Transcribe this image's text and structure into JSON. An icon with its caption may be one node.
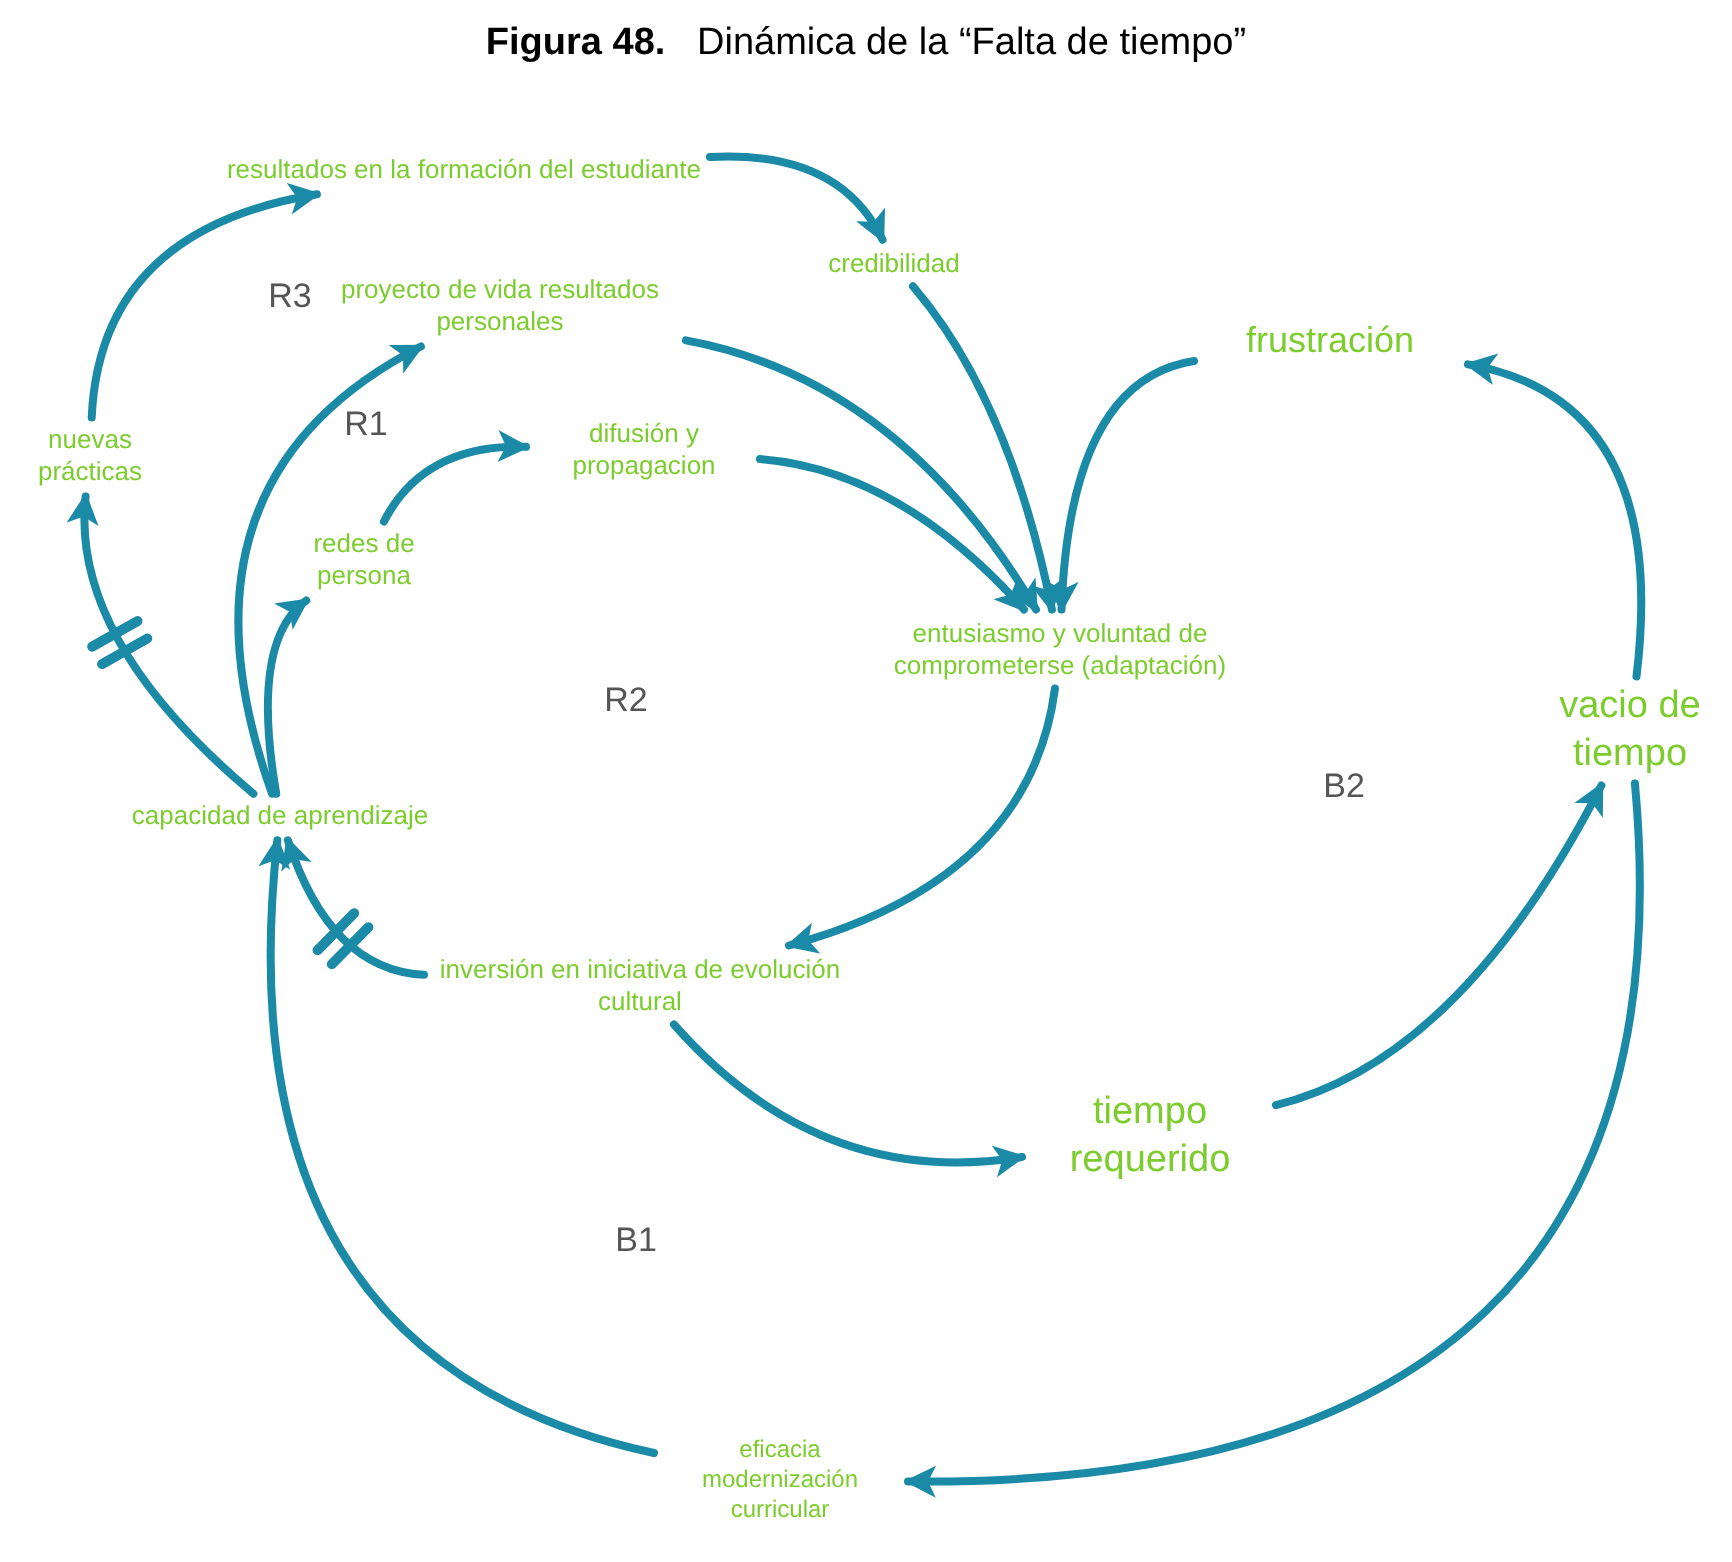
{
  "diagram": {
    "title": "**Figura 48.**   Dinámica de la “Falta de tiempo”",
    "nodes": [
      {
        "text": [
          "resultados en la formación del estudiante"
        ]
      },
      {
        "text": [
          "credibilidad"
        ]
      },
      {
        "text": [
          "proyecto de vida resultados personales"
        ]
      },
      {
        "text": [
          "nuevas prácticas"
        ]
      },
      {
        "text": [
          "difusión y propagacion"
        ]
      },
      {
        "text": [
          "redes de persona"
        ]
      },
      {
        "text": [
          "frustración"
        ]
      },
      {
        "text": [
          "entusiasmo y voluntad de comprometerse (adaptación)"
        ]
      },
      {
        "text": [
          "vacio de tiempo"
        ]
      },
      {
        "text": [
          "capacidad de aprendizaje"
        ]
      },
      {
        "text": [
          "inversión en iniciativa de evolución cultural"
        ]
      },
      {
        "text": [
          "tiempo requerido"
        ]
      },
      {
        "text": [
          "eficacia modernización curricular"
        ]
      }
    ],
    "edges": [
      {
        "from": 0,
        "to": 1,
        "arrow": "to"
      },
      {
        "from": 3,
        "to": 0,
        "arrow": "to"
      },
      {
        "from": 9,
        "to": 3,
        "arrow": "to"
      },
      {
        "from": 9,
        "to": 2,
        "arrow": "to"
      },
      {
        "from": 9,
        "to": 5,
        "arrow": "to"
      },
      {
        "from": 5,
        "to": 4,
        "arrow": "to"
      },
      {
        "from": 2,
        "to": 7,
        "arrow": "to"
      },
      {
        "from": 1,
        "to": 7,
        "arrow": "to"
      },
      {
        "from": 4,
        "to": 7,
        "arrow": "to"
      },
      {
        "from": 6,
        "to": 7,
        "arrow": "to"
      },
      {
        "from": 7,
        "to": 10,
        "arrow": "to"
      },
      {
        "from": 10,
        "to": 9,
        "arrow": "to"
      },
      {
        "from": 10,
        "to": 11,
        "arrow": "to"
      },
      {
        "from": 11,
        "to": 8,
        "arrow": "to"
      },
      {
        "from": 8,
        "to": 6,
        "arrow": "to"
      },
      {
        "from": 8,
        "to": 12,
        "arrow": "to"
      },
      {
        "from": 12,
        "to": 9,
        "arrow": "to"
      }
    ],
    "labels": [
      "R3",
      "R1",
      "R2",
      "B2",
      "B1"
    ]
  }
}
